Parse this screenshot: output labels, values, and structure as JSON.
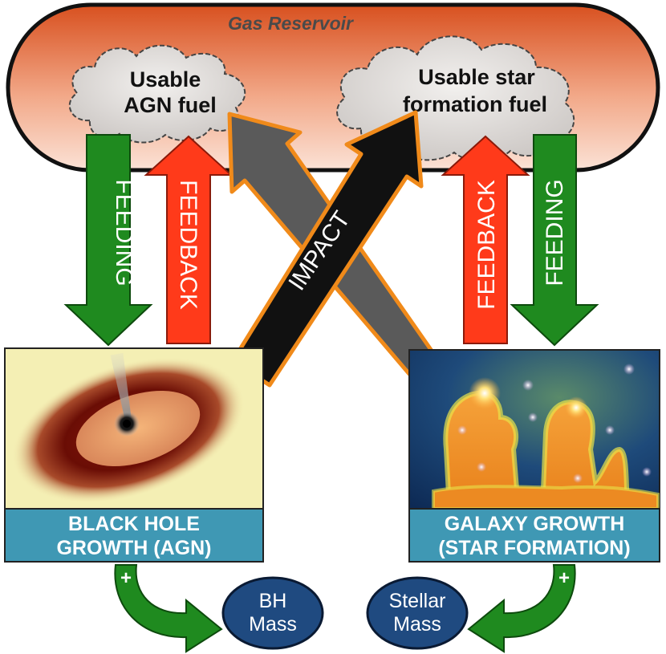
{
  "reservoir": {
    "title": "Gas Reservoir"
  },
  "clouds": {
    "agn_fuel": [
      "Usable",
      "AGN fuel"
    ],
    "sf_fuel": [
      "Usable star",
      "formation fuel"
    ]
  },
  "arrows": {
    "feeding_left": "FEEDING",
    "feedback_left": "FEEDBACK",
    "impact": "IMPACT",
    "feedback_right": "FEEDBACK",
    "feeding_right": "FEEDING"
  },
  "panels": {
    "black_hole": [
      "BLACK HOLE",
      "GROWTH (AGN)"
    ],
    "galaxy": [
      "GALAXY GROWTH",
      "(STAR  FORMATION)"
    ]
  },
  "plus_sign": "+",
  "outputs": {
    "bh_mass": [
      "BH",
      "Mass"
    ],
    "stellar_mass": [
      "Stellar",
      "Mass"
    ]
  },
  "colors": {
    "feeding": "#1f8a1f",
    "feedback": "#ff3a1a",
    "impact": "#111111",
    "impact_secondary": "#5a5a5a",
    "impact_outline": "#f08a1a",
    "label_bar": "#3f98b4",
    "mass_ellipse": "#1f4a80"
  }
}
